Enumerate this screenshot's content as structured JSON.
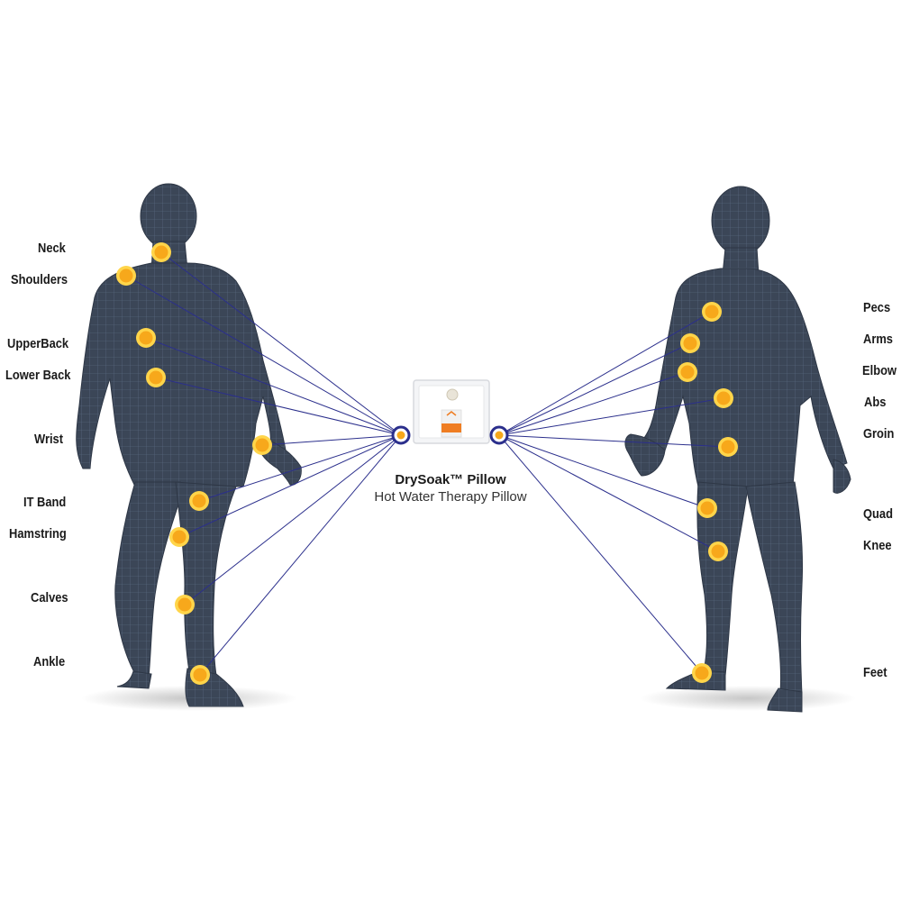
{
  "product": {
    "title": "DrySoak™ Pillow",
    "subtitle": "Hot Water Therapy Pillow"
  },
  "colors": {
    "body": "#3b4657",
    "mesh": "#6b7e98",
    "dot_fill": "#f7a81b",
    "dot_ring": "#ffd54a",
    "line": "#2b2f8c",
    "hub_ring": "#2b2f8c"
  },
  "back_points": [
    {
      "label": "Neck"
    },
    {
      "label": "Shoulders"
    },
    {
      "label": "UpperBack"
    },
    {
      "label": "Lower Back"
    },
    {
      "label": "Wrist"
    },
    {
      "label": "IT Band"
    },
    {
      "label": "Hamstring"
    },
    {
      "label": "Calves"
    },
    {
      "label": "Ankle"
    }
  ],
  "front_points": [
    {
      "label": "Pecs"
    },
    {
      "label": "Arms"
    },
    {
      "label": "Elbow"
    },
    {
      "label": "Abs"
    },
    {
      "label": "Groin"
    },
    {
      "label": "Quad"
    },
    {
      "label": "Knee"
    },
    {
      "label": "Feet"
    }
  ]
}
